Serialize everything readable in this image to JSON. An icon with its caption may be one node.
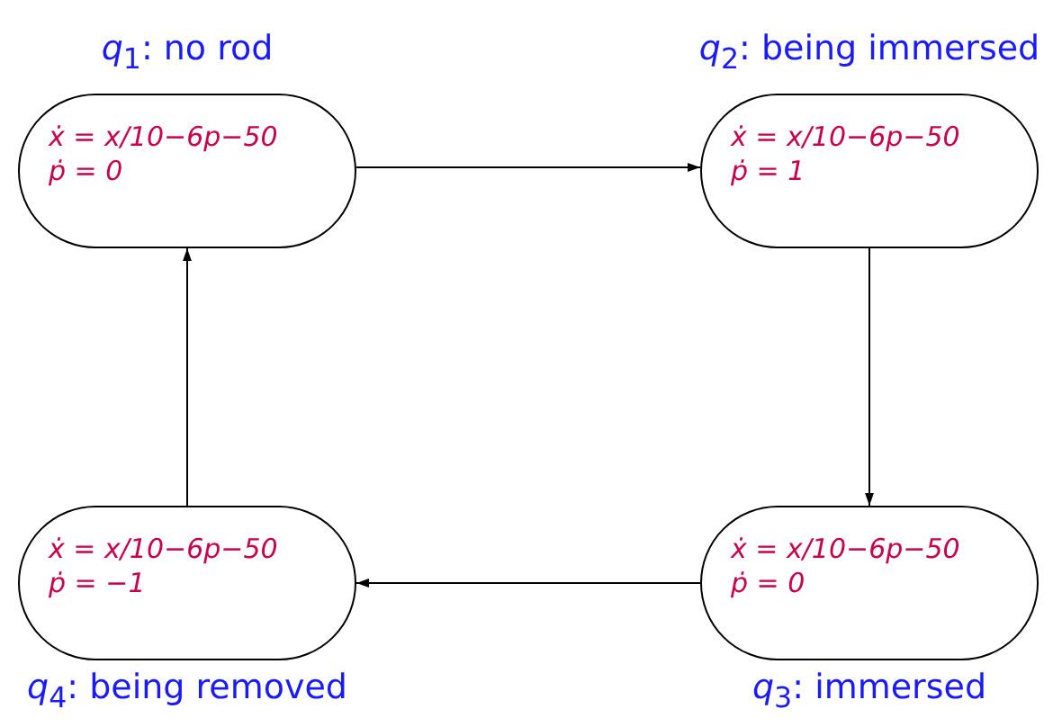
{
  "diagram": {
    "nodes": [
      {
        "text": [
          "*q*$_{1}$: no rod",
          "ẋ = x/10−6p−50",
          "ṗ = 0"
        ]
      },
      {
        "text": [
          "*q*$_{2}$: being immersed",
          "ẋ = x/10−6p−50",
          "ṗ = 1"
        ]
      },
      {
        "text": [
          "ẋ = x/10−6p−50",
          "ṗ = 0",
          "*q*$_{3}$: immersed"
        ]
      },
      {
        "text": [
          "ẋ = x/10−6p−50",
          "ṗ = −1",
          "*q*$_{4}$: being removed"
        ]
      }
    ],
    "edges": [
      {
        "from": 0,
        "to": 1,
        "arrow": "to"
      },
      {
        "from": 1,
        "to": 2,
        "arrow": "to"
      },
      {
        "from": 2,
        "to": 3,
        "arrow": "to"
      },
      {
        "from": 3,
        "to": 0,
        "arrow": "to"
      }
    ]
  }
}
